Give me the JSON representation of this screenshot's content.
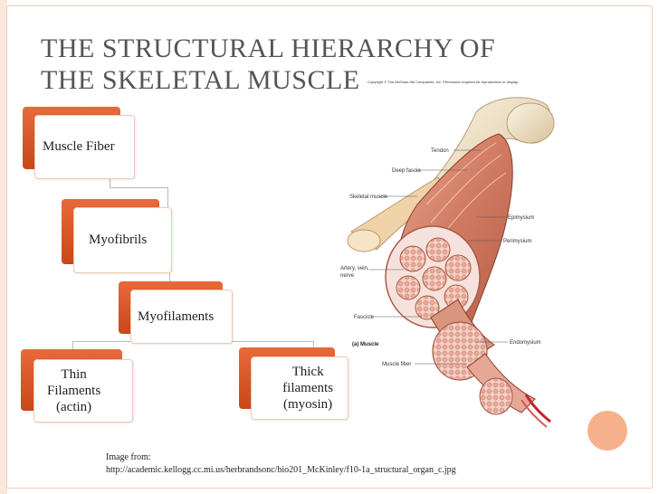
{
  "slide": {
    "title_line1": "THE STRUCTURAL HIERARCHY OF",
    "title_line2": "THE SKELETAL MUSCLE"
  },
  "hierarchy": {
    "muscle_fiber": "Muscle Fiber",
    "myofibrils": "Myofibrils",
    "myofilaments": "Myofilaments",
    "thin_line1": "Thin",
    "thin_line2": "Filaments",
    "thin_line3": "(actin)",
    "thick_line1": "Thick",
    "thick_line2": "filaments",
    "thick_line3": "(myosin)"
  },
  "figure": {
    "copyright": "Copyright © The McGraw-Hill Companies, Inc. Permission required for reproduction or display.",
    "labels": {
      "tendon": "Tendon",
      "deep_fascia": "Deep fascia",
      "skeletal_muscle": "Skeletal muscle",
      "epimysium": "Epimysium",
      "perimysium": "Perimysium",
      "artery_line1": "Artery, vein,",
      "artery_line2": "nerve",
      "fascicle": "Fascicle",
      "panel_label": "(a) Muscle",
      "endomysium": "Endomysium",
      "muscle_fiber": "Muscle fiber"
    }
  },
  "caption": {
    "line1": "Image from:",
    "line2": "http://academic.kellogg.cc.mi.us/herbrandsonc/bio201_McKinley/f10-1a_structural_organ_c.jpg"
  },
  "colors": {
    "accent": "#d9562a",
    "decor": "#f6b08c",
    "border": "#f3cdb9",
    "title": "#555555"
  }
}
